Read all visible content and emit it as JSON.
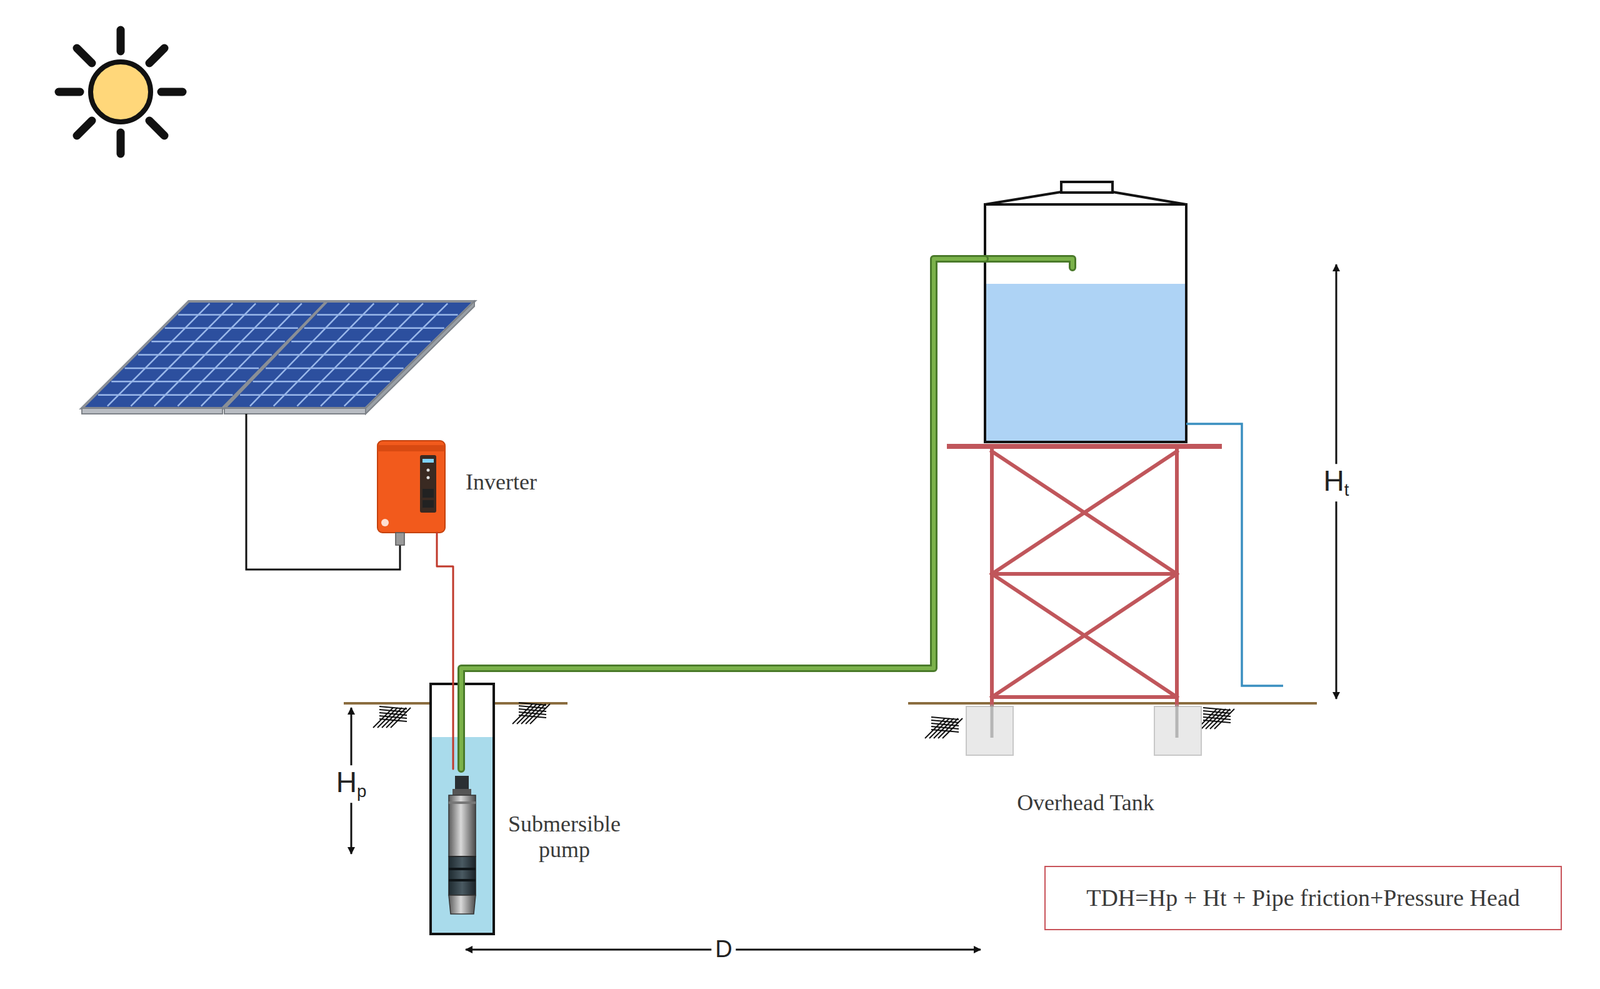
{
  "diagram": {
    "nodes": [
      {
        "text": [
          "Inverter"
        ]
      },
      {
        "text": [
          "Submersible pump"
        ]
      },
      {
        "text": [
          "Overhead Tank"
        ]
      },
      {
        "text": [
          "TDH=Hp + Ht + Pipe friction+Pressure Head"
        ]
      }
    ],
    "edges": [
      {
        "from": 0,
        "to": 1,
        "arrow": "none"
      },
      {
        "from": 1,
        "to": 2,
        "arrow": "none"
      }
    ],
    "labels": [
      "Ht",
      "Hp",
      "D"
    ]
  }
}
